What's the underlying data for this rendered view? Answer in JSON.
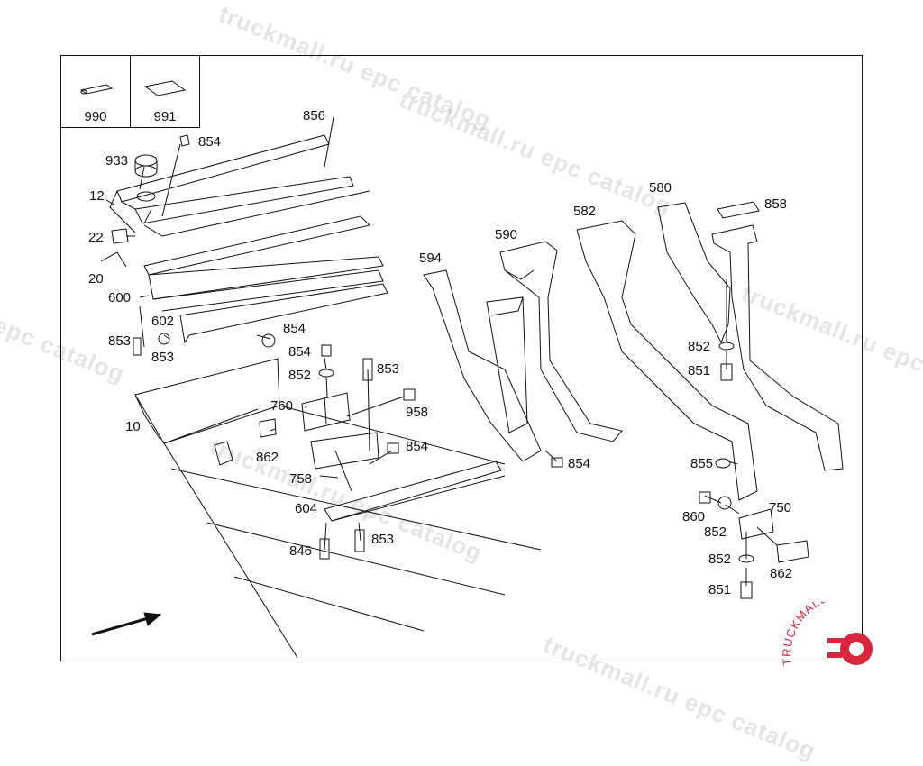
{
  "watermark": {
    "text_a": "truckmall.ru epc catalog",
    "text_b": "epc catalog",
    "logo_text": "TRUCKMALLPARTS",
    "logo_color": "#d7263d"
  },
  "thumbnails": [
    {
      "label": "990"
    },
    {
      "label": "991"
    }
  ],
  "callouts": [
    "856",
    "854",
    "933",
    "12",
    "22",
    "20",
    "600",
    "853",
    "602",
    "853",
    "854",
    "854",
    "852",
    "853",
    "760",
    "958",
    "862",
    "854",
    "758",
    "604",
    "846",
    "853",
    "10",
    "594",
    "590",
    "582",
    "580",
    "858",
    "852",
    "851",
    "854",
    "855",
    "860",
    "852",
    "750",
    "852",
    "862",
    "851"
  ],
  "colors": {
    "line": "#111111",
    "arrow": "#111111"
  }
}
